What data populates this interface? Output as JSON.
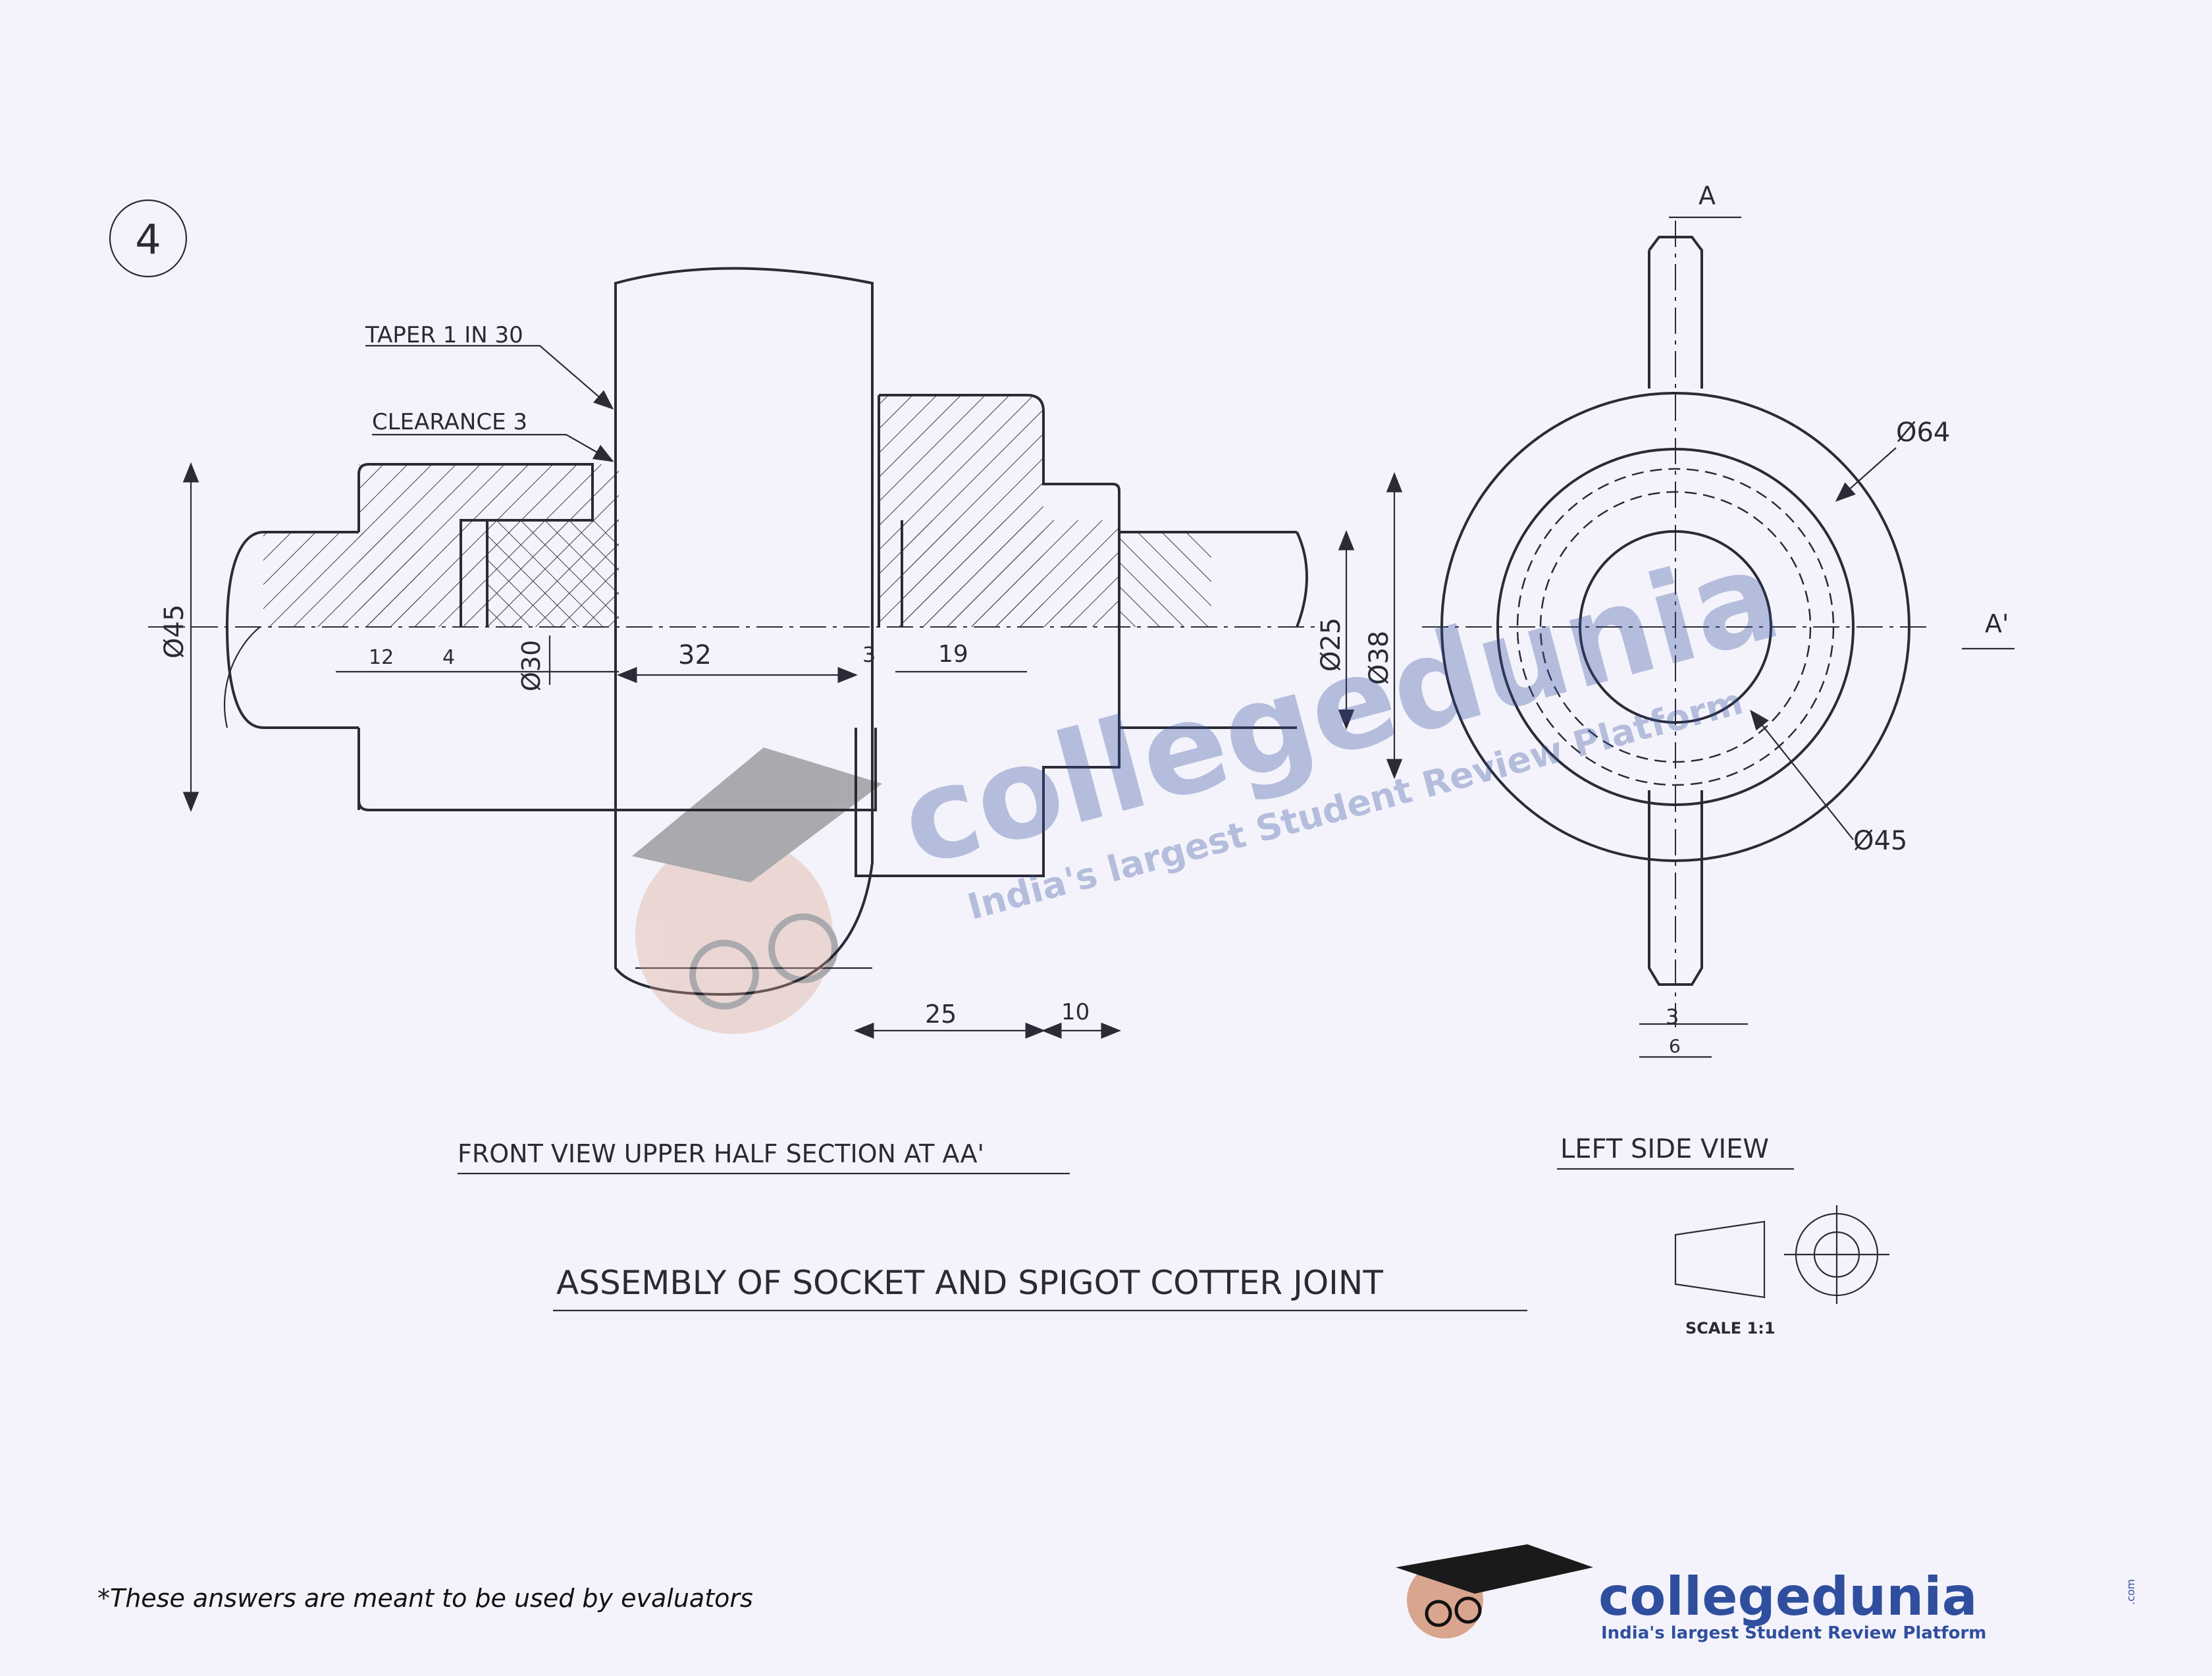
{
  "sheet_number": "4",
  "labels": {
    "taper": "TAPER 1 IN 30",
    "clearance": "CLEARANCE 3",
    "front_view": "FRONT VIEW UPPER HALF SECTION AT AA'",
    "side_view": "LEFT SIDE VIEW",
    "title": "ASSEMBLY OF SOCKET AND SPIGOT COTTER JOINT",
    "scale": "SCALE 1:1",
    "section_a": "A",
    "section_a_prime": "A'"
  },
  "dimensions": {
    "d45_left": "Ø45",
    "d30": "Ø30",
    "d25": "Ø25",
    "d38": "Ø38",
    "d64": "Ø64",
    "d45_side": "Ø45",
    "len_12": "12",
    "len_4": "4",
    "len_32": "32",
    "len_3": "3",
    "len_19": "19",
    "len_25": "25",
    "len_10": "10",
    "side_3": "3",
    "side_6": "6"
  },
  "watermark": {
    "brand": "collegedunia",
    "tagline": "India's largest Student Review Platform",
    "domain": ".com"
  },
  "footnote": "*These answers are meant to be used by evaluators",
  "colors": {
    "brand": "#2f4f9e",
    "ink": "#2b2b38",
    "paper": "#f4f3fb"
  }
}
